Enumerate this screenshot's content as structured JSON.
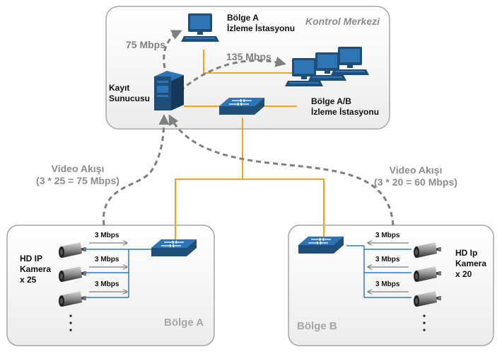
{
  "control_center": {
    "title": "Kontrol Merkezi",
    "zone_a_station": {
      "line1": "Bölge A",
      "line2": "İzleme İstasyonu"
    },
    "zone_ab_station": {
      "line1": "Bölge A/B",
      "line2": "İzleme İstasyonu"
    },
    "recording_server": {
      "line1": "Kayıt",
      "line2": "Sunucusu"
    },
    "flow_to_a": "75 Mbps",
    "flow_to_ab": "135 Mbps"
  },
  "video_streams": {
    "left": {
      "line1": "Video Akışı",
      "line2": "(3 * 25 = 75 Mbps)"
    },
    "right": {
      "line1": "Video Akışı",
      "line2": "(3 * 20 = 60 Mbps)"
    }
  },
  "zone_a": {
    "label": "Bölge A",
    "camera_label": {
      "line1": "HD IP",
      "line2": "Kamera",
      "line3": "x 25"
    },
    "link_rates": [
      "3 Mbps",
      "3 Mbps",
      "3 Mbps"
    ]
  },
  "zone_b": {
    "label": "Bölge B",
    "camera_label": {
      "line1": "HD Ip",
      "line2": "Kamera",
      "line3": "x 20"
    },
    "link_rates": [
      "3 Mbps",
      "3 Mbps",
      "3 Mbps"
    ]
  },
  "colors": {
    "link_orange": "#f4a31a",
    "link_blue": "#2f7cbf",
    "device_navy": "#1f4e79",
    "dashed_gray": "#7f7f7f",
    "panel_border": "#a6a6a6"
  },
  "icons": {
    "workstation": "computer-monitor-icon",
    "switch": "network-switch-icon",
    "server": "server-tower-icon",
    "camera": "ip-camera-icon"
  }
}
